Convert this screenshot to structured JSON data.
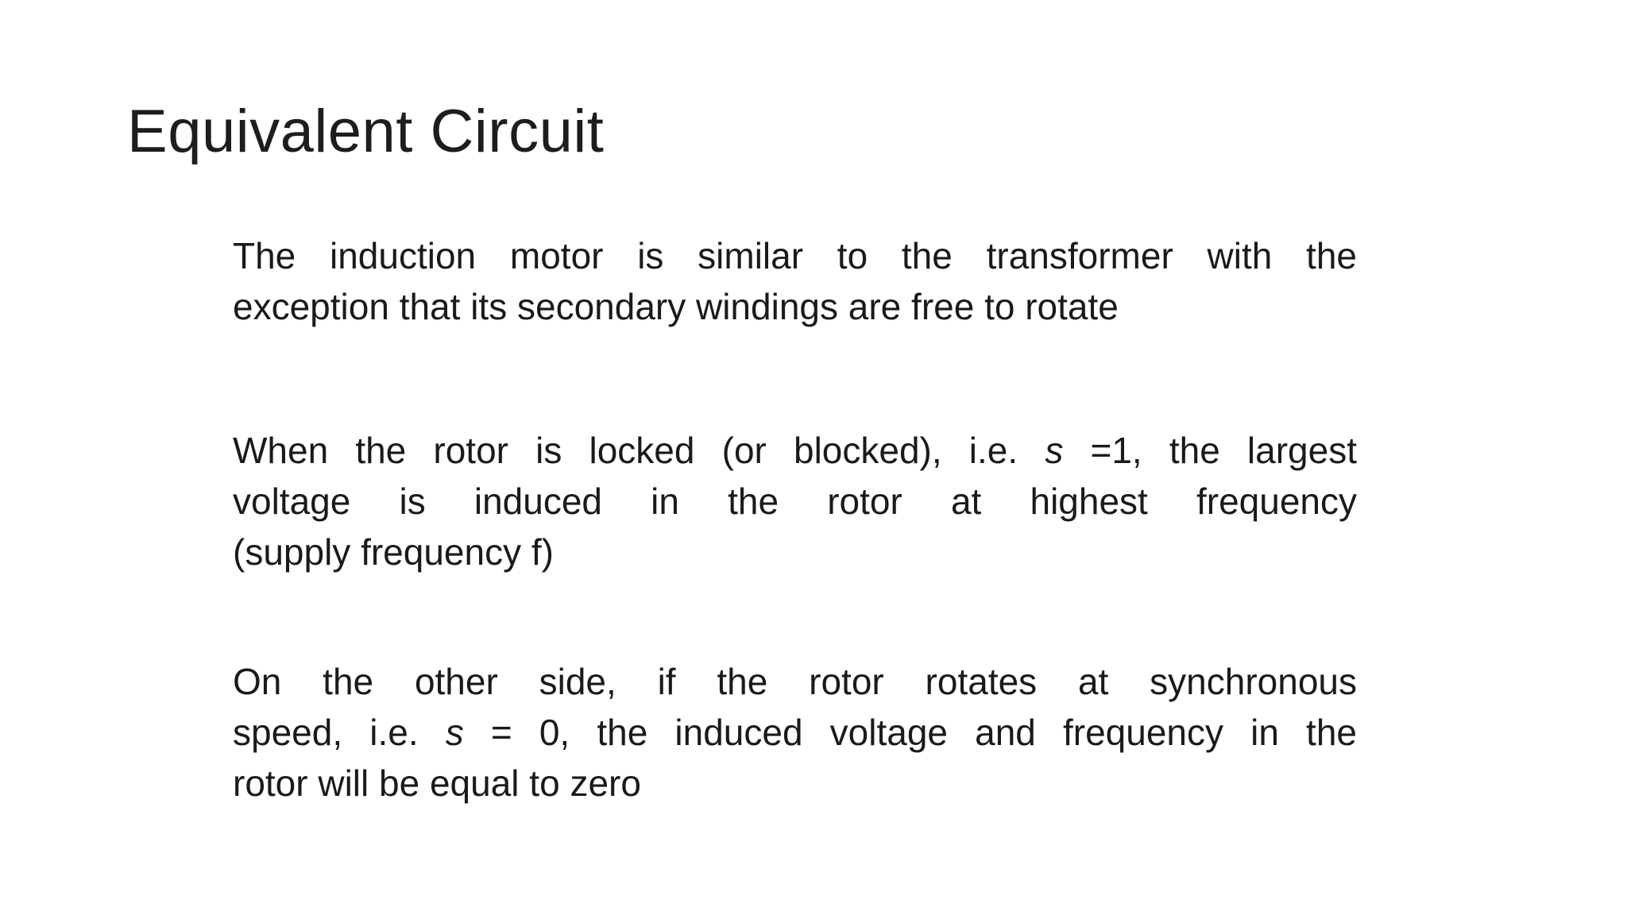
{
  "slide": {
    "title": "Equivalent Circuit",
    "background_color": "#ffffff",
    "text_color": "#1a1a1a"
  },
  "body": {
    "p1": {
      "l1": "The induction motor is similar to the transformer with the",
      "l2": "exception that its secondary windings are free to rotate"
    },
    "p2": {
      "l1a": "When the rotor is locked (or blocked), i.e. ",
      "l1b": "s",
      "l1c": " =1, the largest",
      "l2": "voltage is induced in the rotor at highest frequency",
      "l3": "(supply frequency f)"
    },
    "p3": {
      "l1": "On the other side, if the rotor rotates at synchronous",
      "l2a": "speed, i.e. ",
      "l2b": "s",
      "l2c": " = 0, the induced voltage and frequency in the",
      "l3": "rotor will be equal to zero"
    }
  }
}
